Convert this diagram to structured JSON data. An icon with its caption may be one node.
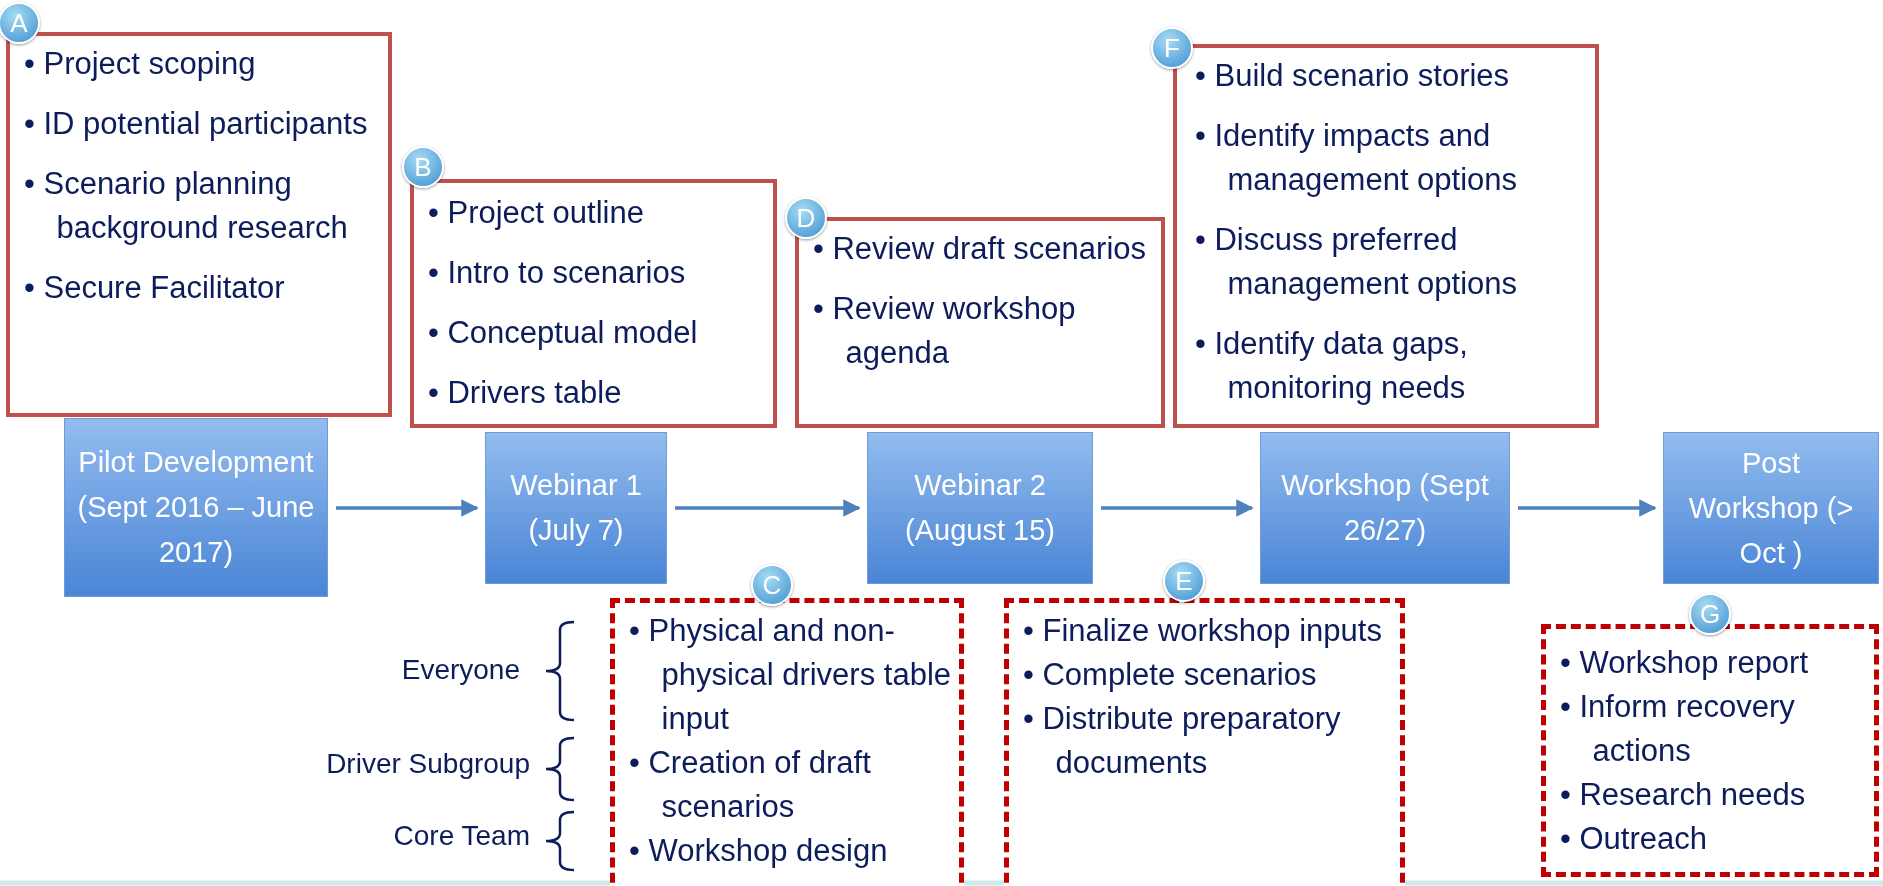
{
  "diagram": {
    "nodes": [
      {
        "text": [
          "• Project scoping",
          "• ID potential participants",
          "• Scenario planning background research",
          "• Secure Facilitator"
        ]
      },
      {
        "text": [
          "A"
        ]
      },
      {
        "text": [
          "• Project outline",
          "• Intro to scenarios",
          "• Conceptual model",
          "• Drivers table"
        ]
      },
      {
        "text": [
          "B"
        ]
      },
      {
        "text": [
          "• Review draft scenarios",
          "• Review workshop agenda"
        ]
      },
      {
        "text": [
          "D"
        ]
      },
      {
        "text": [
          "• Build scenario stories",
          "• Identify impacts and management options",
          "• Discuss preferred management options",
          "• Identify data gaps, monitoring needs"
        ]
      },
      {
        "text": [
          "F"
        ]
      },
      {
        "text": [
          "Pilot Development (Sept 2016 – June 2017)"
        ]
      },
      {
        "text": [
          "Webinar 1 (July 7)"
        ]
      },
      {
        "text": [
          "Webinar 2 (August 15)"
        ]
      },
      {
        "text": [
          "Workshop (Sept 26/27)"
        ]
      },
      {
        "text": [
          "Post Workshop (> Oct )"
        ]
      },
      {
        "text": [
          "• Physical and non-physical drivers table input",
          "• Creation of draft scenarios",
          "• Workshop design"
        ]
      },
      {
        "text": [
          "C"
        ]
      },
      {
        "text": [
          "• Finalize workshop inputs",
          "• Complete scenarios",
          "• Distribute preparatory documents"
        ]
      },
      {
        "text": [
          "E"
        ]
      },
      {
        "text": [
          "• Workshop report",
          "• Inform recovery actions",
          "• Research needs",
          "• Outreach"
        ]
      },
      {
        "text": [
          "G"
        ]
      }
    ],
    "edges": [
      {
        "from": 8,
        "to": 9,
        "arrow": "to"
      },
      {
        "from": 9,
        "to": 10,
        "arrow": "to"
      },
      {
        "from": 10,
        "to": 11,
        "arrow": "to"
      },
      {
        "from": 11,
        "to": 12,
        "arrow": "to"
      }
    ],
    "labels": [
      "Everyone",
      "Driver Subgroup",
      "Core Team"
    ]
  }
}
